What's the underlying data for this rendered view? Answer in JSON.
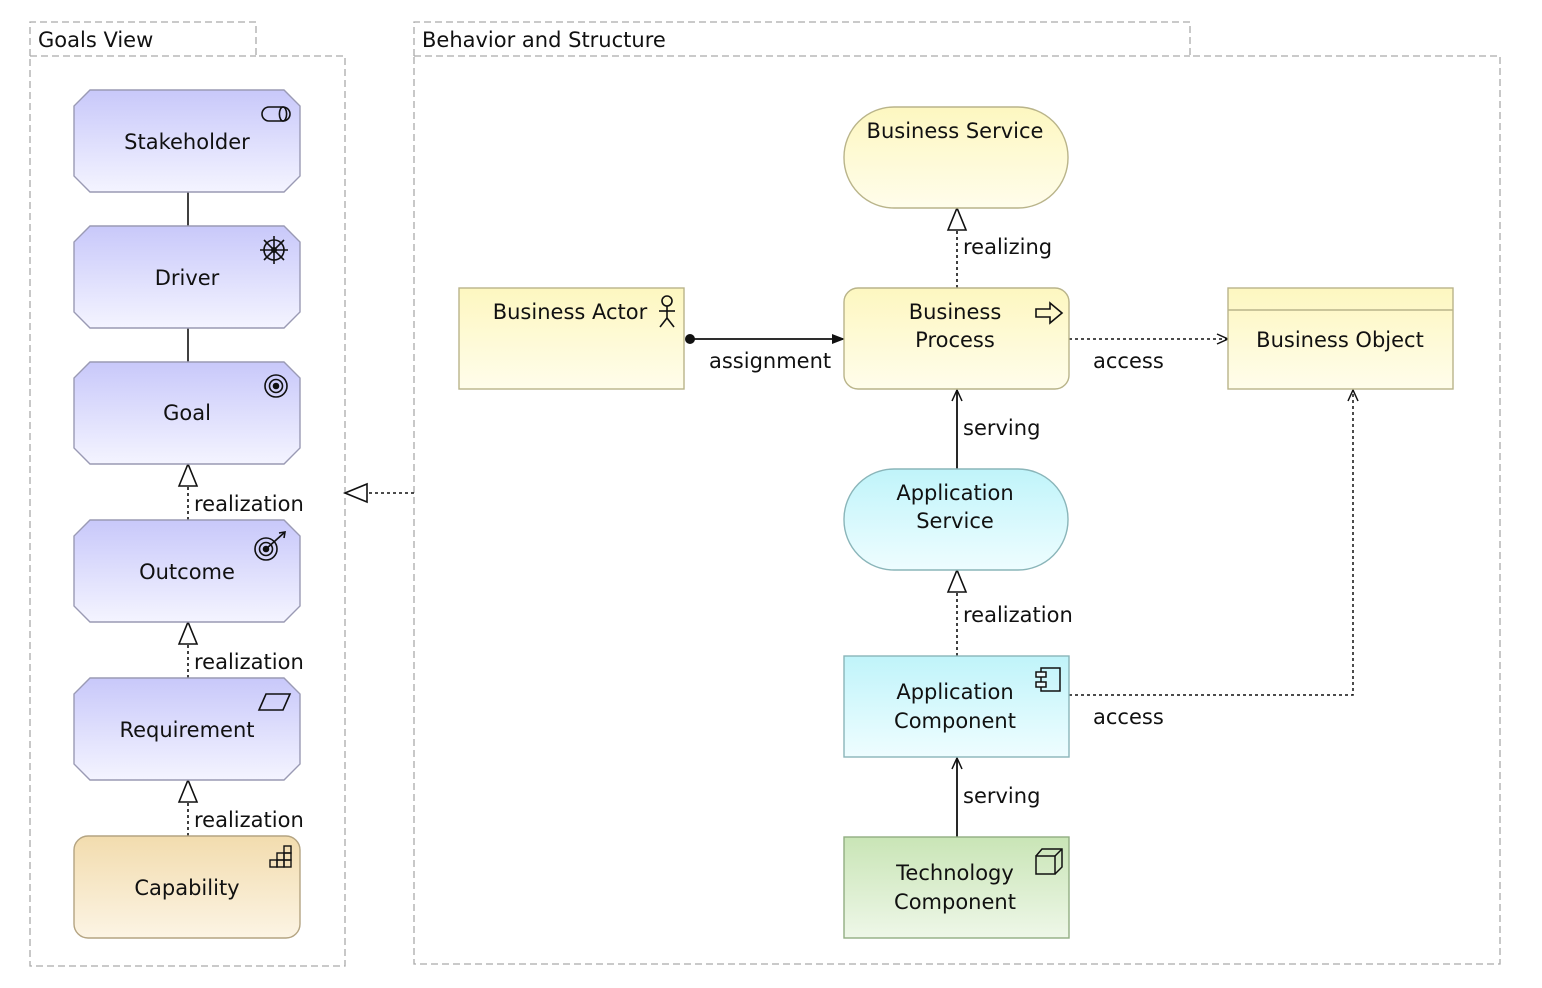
{
  "groups": {
    "goals_view": {
      "title": "Goals View"
    },
    "behavior_structure": {
      "title": "Behavior and Structure"
    }
  },
  "elements": {
    "stakeholder": {
      "label": "Stakeholder",
      "icon": "stakeholder-icon"
    },
    "driver": {
      "label": "Driver",
      "icon": "driver-icon"
    },
    "goal": {
      "label": "Goal",
      "icon": "goal-icon"
    },
    "outcome": {
      "label": "Outcome",
      "icon": "outcome-icon"
    },
    "requirement": {
      "label": "Requirement",
      "icon": "requirement-icon"
    },
    "capability": {
      "label": "Capability",
      "icon": "capability-icon"
    },
    "business_service": {
      "label": "Business Service"
    },
    "business_actor": {
      "label": "Business Actor",
      "icon": "actor-icon"
    },
    "business_process": {
      "line1": "Business",
      "line2": "Process",
      "icon": "process-arrow-icon"
    },
    "business_object": {
      "label": "Business Object"
    },
    "application_service": {
      "line1": "Application",
      "line2": "Service"
    },
    "application_component": {
      "line1": "Application",
      "line2": "Component",
      "icon": "component-icon"
    },
    "technology_component": {
      "line1": "Technology",
      "line2": "Component",
      "icon": "node-icon"
    }
  },
  "relations": {
    "goal_outcome": "realization",
    "outcome_requirement": "realization",
    "requirement_capability": "realization",
    "process_service": "realizing",
    "actor_process": "assignment",
    "process_object": "access",
    "appservice_process": "serving",
    "appcomponent_appservice": "realization",
    "appcomponent_object": "access",
    "tech_appcomponent": "serving"
  },
  "colors": {
    "motivation_fill": "#d9d9ff",
    "strategy_fill": "#f5deaa",
    "business_fill": "#ffffb5",
    "application_fill": "#b5ffff",
    "technology_fill": "#c9e7b7",
    "border": "#999999"
  }
}
